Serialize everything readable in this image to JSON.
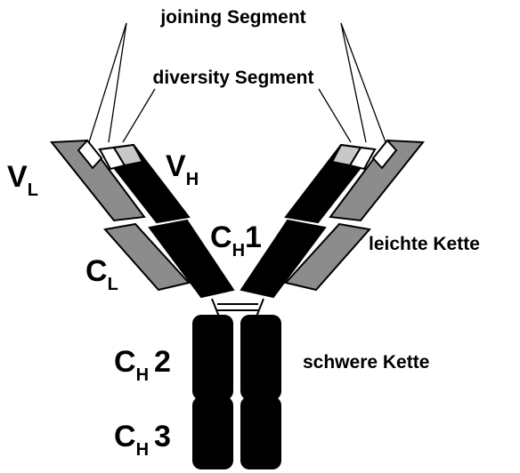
{
  "labels": {
    "joining": "joining Segment",
    "diversity": "diversity Segment",
    "vl_main": "V",
    "vl_sub": "L",
    "vh_main": "V",
    "vh_sub": "H",
    "ch1_main": "C",
    "ch1_sub": "H",
    "ch1_num": "1",
    "cl_main": "C",
    "cl_sub": "L",
    "light_chain": "leichte Kette",
    "ch2_main": "C",
    "ch2_sub": "H",
    "ch2_num": "2",
    "heavy_chain": "schwere Kette",
    "ch3_main": "C",
    "ch3_sub": "H",
    "ch3_num": "3"
  },
  "colors": {
    "heavy": "#000000",
    "light": "#8c8c8c",
    "joining_segment": "#ffffff",
    "diversity_segment": "#c8c8c8",
    "outline": "#000000"
  }
}
